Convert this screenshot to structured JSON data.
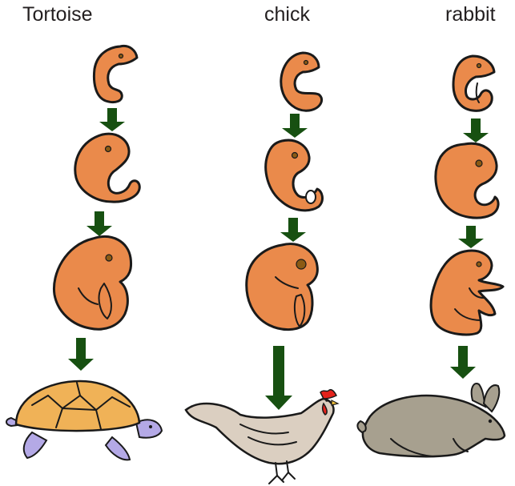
{
  "columns": [
    {
      "title": "Tortoise",
      "final": "tortoise"
    },
    {
      "title": "chick",
      "final": "chicken"
    },
    {
      "title": "rabbit",
      "final": "rabbit"
    }
  ],
  "colors": {
    "embryo": "#ea8a4b",
    "arrow": "#175011",
    "tortoise_shell": "#f0b257",
    "tortoise_skin": "#b4a9e6",
    "chicken_body": "#dbcfc1",
    "chicken_comb": "#e4231c",
    "rabbit_body": "#a7a08f"
  }
}
